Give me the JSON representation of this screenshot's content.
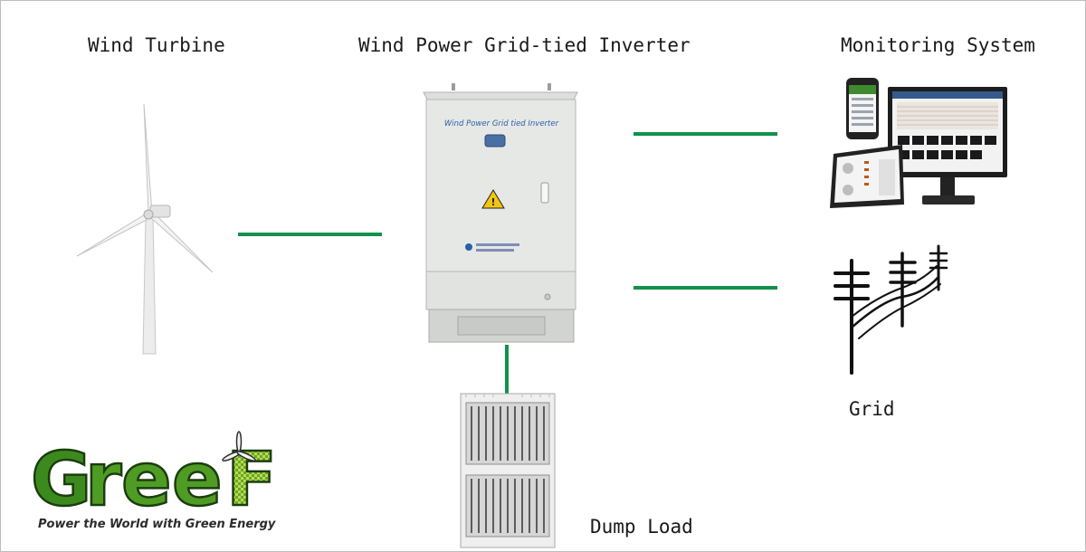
{
  "labels": {
    "wind_turbine": "Wind Turbine",
    "inverter": "Wind Power Grid-tied Inverter",
    "monitoring": "Monitoring System",
    "grid": "Grid",
    "dump_load": "Dump Load"
  },
  "inverter_panel_text": "Wind Power Grid tied Inverter",
  "logo": {
    "brand": "Greef",
    "tagline": "Power the World with Green Energy"
  },
  "colors": {
    "connector": "#11914a",
    "logo_green": "#3c8a1e",
    "cabinet": "#e6e8e6"
  }
}
